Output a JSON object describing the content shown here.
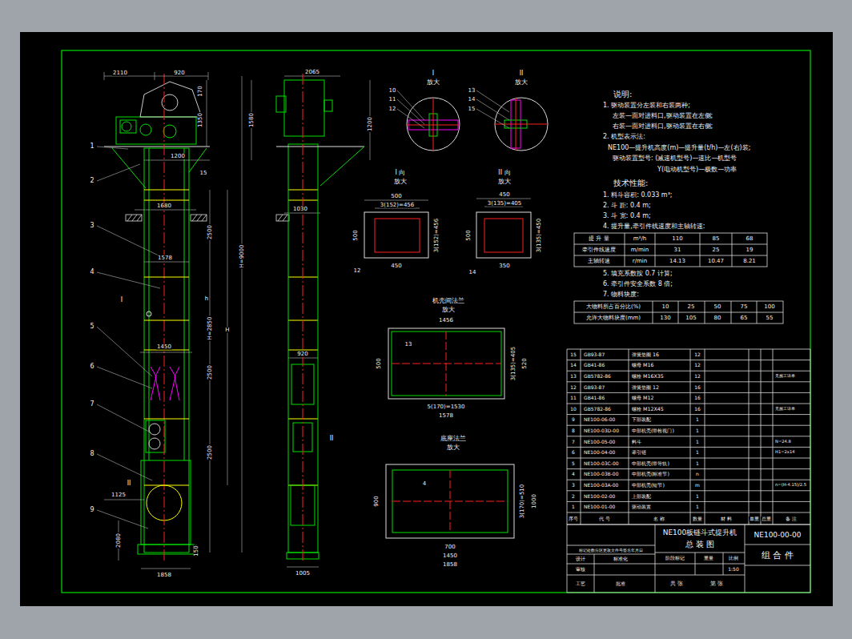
{
  "diagram": {
    "labels": [
      "2110",
      "920",
      "170",
      "1350",
      "1580",
      "1200",
      "15",
      "1680",
      "1578",
      "2500",
      "H=9000",
      "h",
      "H=2850",
      "H",
      "1450",
      "2500",
      "2500",
      "1125",
      "2080",
      "150",
      "1858",
      "1",
      "2",
      "3",
      "4",
      "5",
      "6",
      "7",
      "8",
      "9",
      "I",
      "II",
      "2065",
      "1200",
      "1030",
      "920",
      "II",
      "1005",
      "I",
      "放大",
      "10",
      "11",
      "12",
      "II",
      "放大",
      "13",
      "14",
      "15",
      "I 向",
      "放大",
      "500",
      "3(152)=456",
      "500",
      "3(152)=456",
      "450",
      "12",
      "II 向",
      "放大",
      "450",
      "3(135)=405",
      "500",
      "3(135)=450",
      "350",
      "14",
      "机壳间法兰",
      "放大",
      "1456",
      "500",
      "3(135)=405",
      "520",
      "13",
      "5(170)=1530",
      "1578",
      "底座法兰",
      "放大",
      "900",
      "3(170)=510",
      "1000",
      "4",
      "700",
      "1450",
      "1858",
      "说明:",
      "1. 驱动装置分左装和右装两种;",
      "左装—面对进料口,驱动装置在左侧;",
      "右装—面对进料口,驱动装置在右侧;",
      "2. 机型表示法:",
      "NE100—提升机高度(m)—提升量(t/h)—左(右)装;",
      "驱动装置型号: (减速机型号)—速比—机型号",
      "Y(电动机型号)—极数—功率",
      "技术性能:",
      "1. 料斗容积: 0.033 m³;",
      "2. 斗 距: 0.4 m;",
      "3. 斗 宽: 0.4 m;",
      "4. 提升量,牵引件线速度和主轴转速:",
      "提 升 量",
      "m³/h",
      "110",
      "85",
      "68",
      "牵引件线速度",
      "m/min",
      "31",
      "25",
      "19",
      "主轴转速",
      "r/min",
      "14.13",
      "10.47",
      "8.21",
      "5. 填充系数按 0.7 计算;",
      "6. 牵引件安全系数 8 倍;",
      "7. 物料块度:",
      "大物料所占百分比(%)",
      "10",
      "25",
      "50",
      "75",
      "100",
      "允许大物料块度(mm)",
      "130",
      "105",
      "80",
      "65",
      "55",
      "15",
      "GB93-87",
      "弹簧垫圈 16",
      "12",
      "14",
      "GB41-86",
      "螺母 M16",
      "12",
      "13",
      "GB5782-86",
      "螺栓 M16X35",
      "12",
      "见施工详单",
      "12",
      "GB93-87",
      "弹簧垫圈 12",
      "16",
      "11",
      "GB41-86",
      "螺母 M12",
      "16",
      "10",
      "GB5782-86",
      "螺栓 M12X45",
      "16",
      "见施工详单",
      "9",
      "NE100-06-00",
      "下部装配",
      "1",
      "8",
      "NE100-03D-00",
      "中部机壳(带检视门)",
      "1",
      "7",
      "NE100-05-00",
      "料斗",
      "1",
      "N=24.8",
      "6",
      "NE100-04-00",
      "牵引链",
      "1",
      "H1=2x14",
      "5",
      "NE100-03C-00",
      "中部机壳(带导轨)",
      "1",
      "4",
      "NE100-03B-00",
      "中部机壳(标准节)",
      "n",
      "3",
      "NE100-03A-00",
      "中部机壳(短节)",
      "m",
      "n=(H-4.15)/2.5",
      "2",
      "NE100-02-00",
      "上部装配",
      "1",
      "1",
      "NE100-01-00",
      "驱动装置",
      "1",
      "序号",
      "代 号",
      "名 称",
      "数量",
      "材 料",
      "单重",
      "总重",
      "备 注",
      "NE100板链斗式提升机",
      "总 装 图",
      "NE100-00-00",
      "组 合 件",
      "1:50",
      "共 张",
      "第 张",
      "阶段标记",
      "重量",
      "比例",
      "标记处数分区更改文件号签名年月日",
      "设计",
      "标准化",
      "审核",
      "工艺",
      "批准"
    ]
  }
}
